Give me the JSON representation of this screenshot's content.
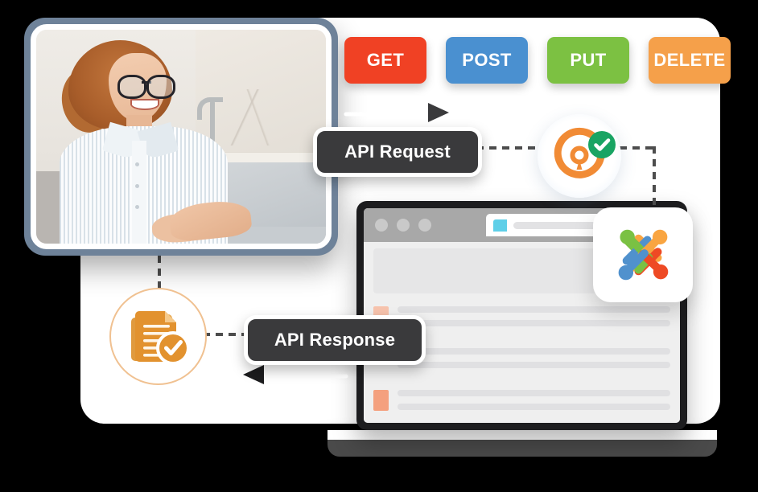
{
  "illustration": {
    "title": "Joomla API Request and Response Flow",
    "accent_colors": {
      "get": "#f04124",
      "post": "#4a90d0",
      "put": "#7cc142",
      "delete": "#f5a04a",
      "pill_background": "#3a3a3c",
      "pill_text": "#ffffff",
      "doc_orange": "#e2922f",
      "check_green": "#19a463",
      "leaf_green": "#7cc142",
      "browser_chrome": "#a8a8a8",
      "favicon_cyan": "#5ecfe8",
      "chip_salmon": "#f4a07e",
      "laptop_body": "#4a4a4a",
      "photo_frame": "#6e8299",
      "dashed_line": "#4d4d4d"
    }
  },
  "methods": [
    {
      "label": "GET",
      "name": "get-method-button",
      "class": "m-get"
    },
    {
      "label": "POST",
      "name": "post-method-button",
      "class": "m-post"
    },
    {
      "label": "PUT",
      "name": "put-method-button",
      "class": "m-put"
    },
    {
      "label": "DELETE",
      "name": "delete-method-button",
      "class": "m-delete"
    }
  ],
  "labels": {
    "request": "API Request",
    "response": "API Response"
  },
  "icons": {
    "security": "secure-key-lock-icon",
    "verified": "green-check-badge-icon",
    "leaf": "leaf-icon",
    "platform": "joomla-logo-icon",
    "document": "document-check-icon",
    "arrow_right": "arrow-right-icon",
    "arrow_left": "arrow-left-icon"
  },
  "photo": {
    "alt": "Woman with glasses smiling while typing on a laptop"
  },
  "browser": {
    "window_dots": 3,
    "url_placeholder": "",
    "content_rows": 3
  }
}
